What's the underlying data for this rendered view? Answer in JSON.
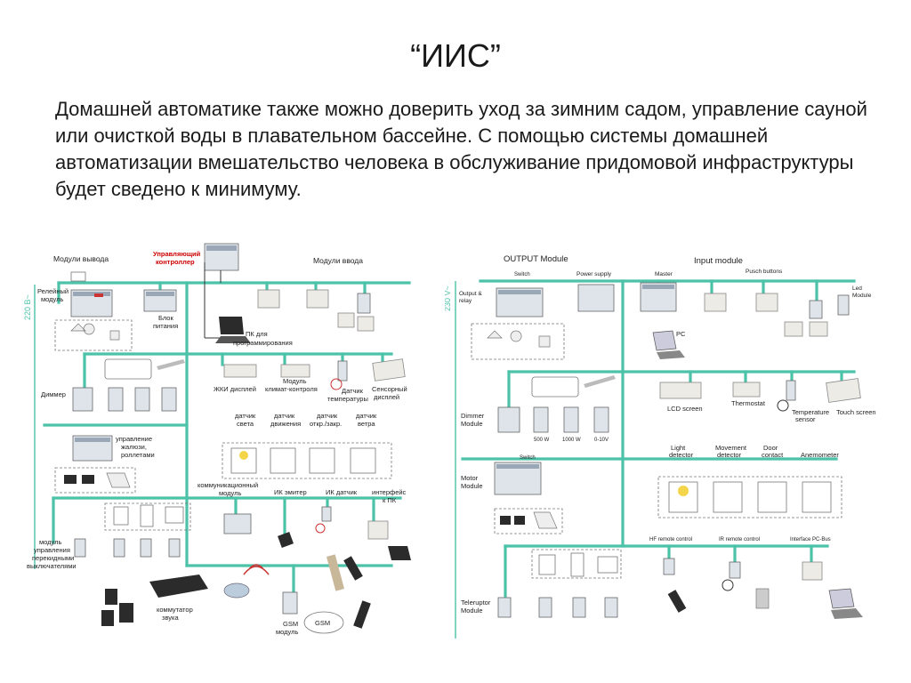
{
  "title": "“ИИС”",
  "intro": "Домашней автоматике также можно доверить уход за зимним садом, управление сауной или очисткой воды в плавательном бассейне. С помощью системы домашней автоматизации вмешательство человека в обслуживание придомовой инфраструктуры будет сведено к минимуму.",
  "left_diagram": {
    "voltage": "220 В~",
    "output_modules": "Модули вывода",
    "controller_l1": "Управляющий",
    "controller_l2": "контроллер",
    "input_modules": "Модули ввода",
    "relay_l1": "Релейный",
    "relay_l2": "модуль",
    "power_l1": "Блок",
    "power_l2": "питания",
    "pc_l1": "ПК для",
    "pc_l2": "программирования",
    "lcd": "ЖКИ дисплей",
    "climate_l1": "Модуль",
    "climate_l2": "климат-контроля",
    "temp_l1": "Датчик",
    "temp_l2": "температуры",
    "touch_l1": "Сенсорный",
    "touch_l2": "дисплей",
    "dimmer": "Диммер",
    "light_l1": "датчик",
    "light_l2": "света",
    "motion_l1": "датчик",
    "motion_l2": "движения",
    "door_l1": "датчик",
    "door_l2": "откр./закр.",
    "wind_l1": "датчик",
    "wind_l2": "ветра",
    "blinds_l1": "управление",
    "blinds_l2": "жалюзи,",
    "blinds_l3": "роллетами",
    "comm_l1": "коммуникационный",
    "comm_l2": "модуль",
    "ir_emitter": "ИК эмитер",
    "ir_sensor": "ИК датчик",
    "pc_iface_l1": "интерфейс",
    "pc_iface_l2": "к ПК",
    "switch_l1": "модуль",
    "switch_l2": "управления",
    "switch_l3": "перекидными",
    "switch_l4": "выключателями",
    "audio_l1": "коммутатор",
    "audio_l2": "звука",
    "gsm_l1": "GSM",
    "gsm_l2": "модуль",
    "gsm_cloud": "GSM"
  },
  "right_diagram": {
    "voltage": "230 V~",
    "output_module": "OUTPUT Module",
    "switch1": "Switch",
    "power_supply": "Power supply",
    "master": "Master",
    "input_module": "Input module",
    "push_buttons": "Pusch buttons",
    "led_l1": "Led",
    "led_l2": "Module",
    "output_relay_l1": "Output &",
    "output_relay_l2": "relay",
    "pc": "PC",
    "lcd_screen": "LCD screen",
    "thermostat": "Thermostat",
    "temp_l1": "Temperature",
    "temp_l2": "sensor",
    "touch_screen": "Touch screen",
    "dimmer_l1": "Dimmer",
    "dimmer_l2": "Module",
    "w500": "500 W",
    "w1000": "1000 W",
    "v010": "0-10V",
    "light_l1": "Light",
    "light_l2": "detector",
    "movement_l1": "Movement",
    "movement_l2": "detector",
    "door_l1": "Door",
    "door_l2": "contact",
    "anemometer": "Anemometer",
    "switch2": "Switch",
    "motor_l1": "Motor",
    "motor_l2": "Module",
    "hf": "HF remote control",
    "ir": "IR remote control",
    "pcbus": "Interface PC-Bus",
    "teleruptor_l1": "Teleruptor",
    "teleruptor_l2": "Module"
  }
}
